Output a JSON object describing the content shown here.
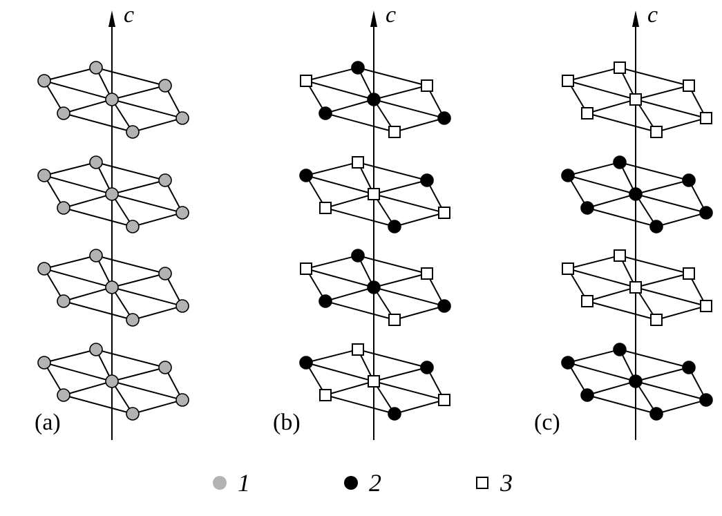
{
  "axis_label": "c",
  "colors": {
    "gray": "#b3b3b3",
    "black": "#000000",
    "white": "#ffffff",
    "stroke": "#000000"
  },
  "panels": [
    {
      "id": "a",
      "label": "(a)",
      "layer_types": [
        "gray",
        "gray",
        "gray",
        "gray"
      ]
    },
    {
      "id": "b",
      "label": "(b)",
      "layer_types": [
        "mixed-black-center",
        "mixed-white-center",
        "mixed-black-center",
        "mixed-white-center"
      ]
    },
    {
      "id": "c",
      "label": "(c)",
      "layer_types": [
        "white",
        "black",
        "white",
        "black"
      ]
    }
  ],
  "legend": [
    {
      "marker": "gray-circle",
      "label": "1"
    },
    {
      "marker": "black-circle",
      "label": "2"
    },
    {
      "marker": "white-square",
      "label": "3"
    }
  ]
}
